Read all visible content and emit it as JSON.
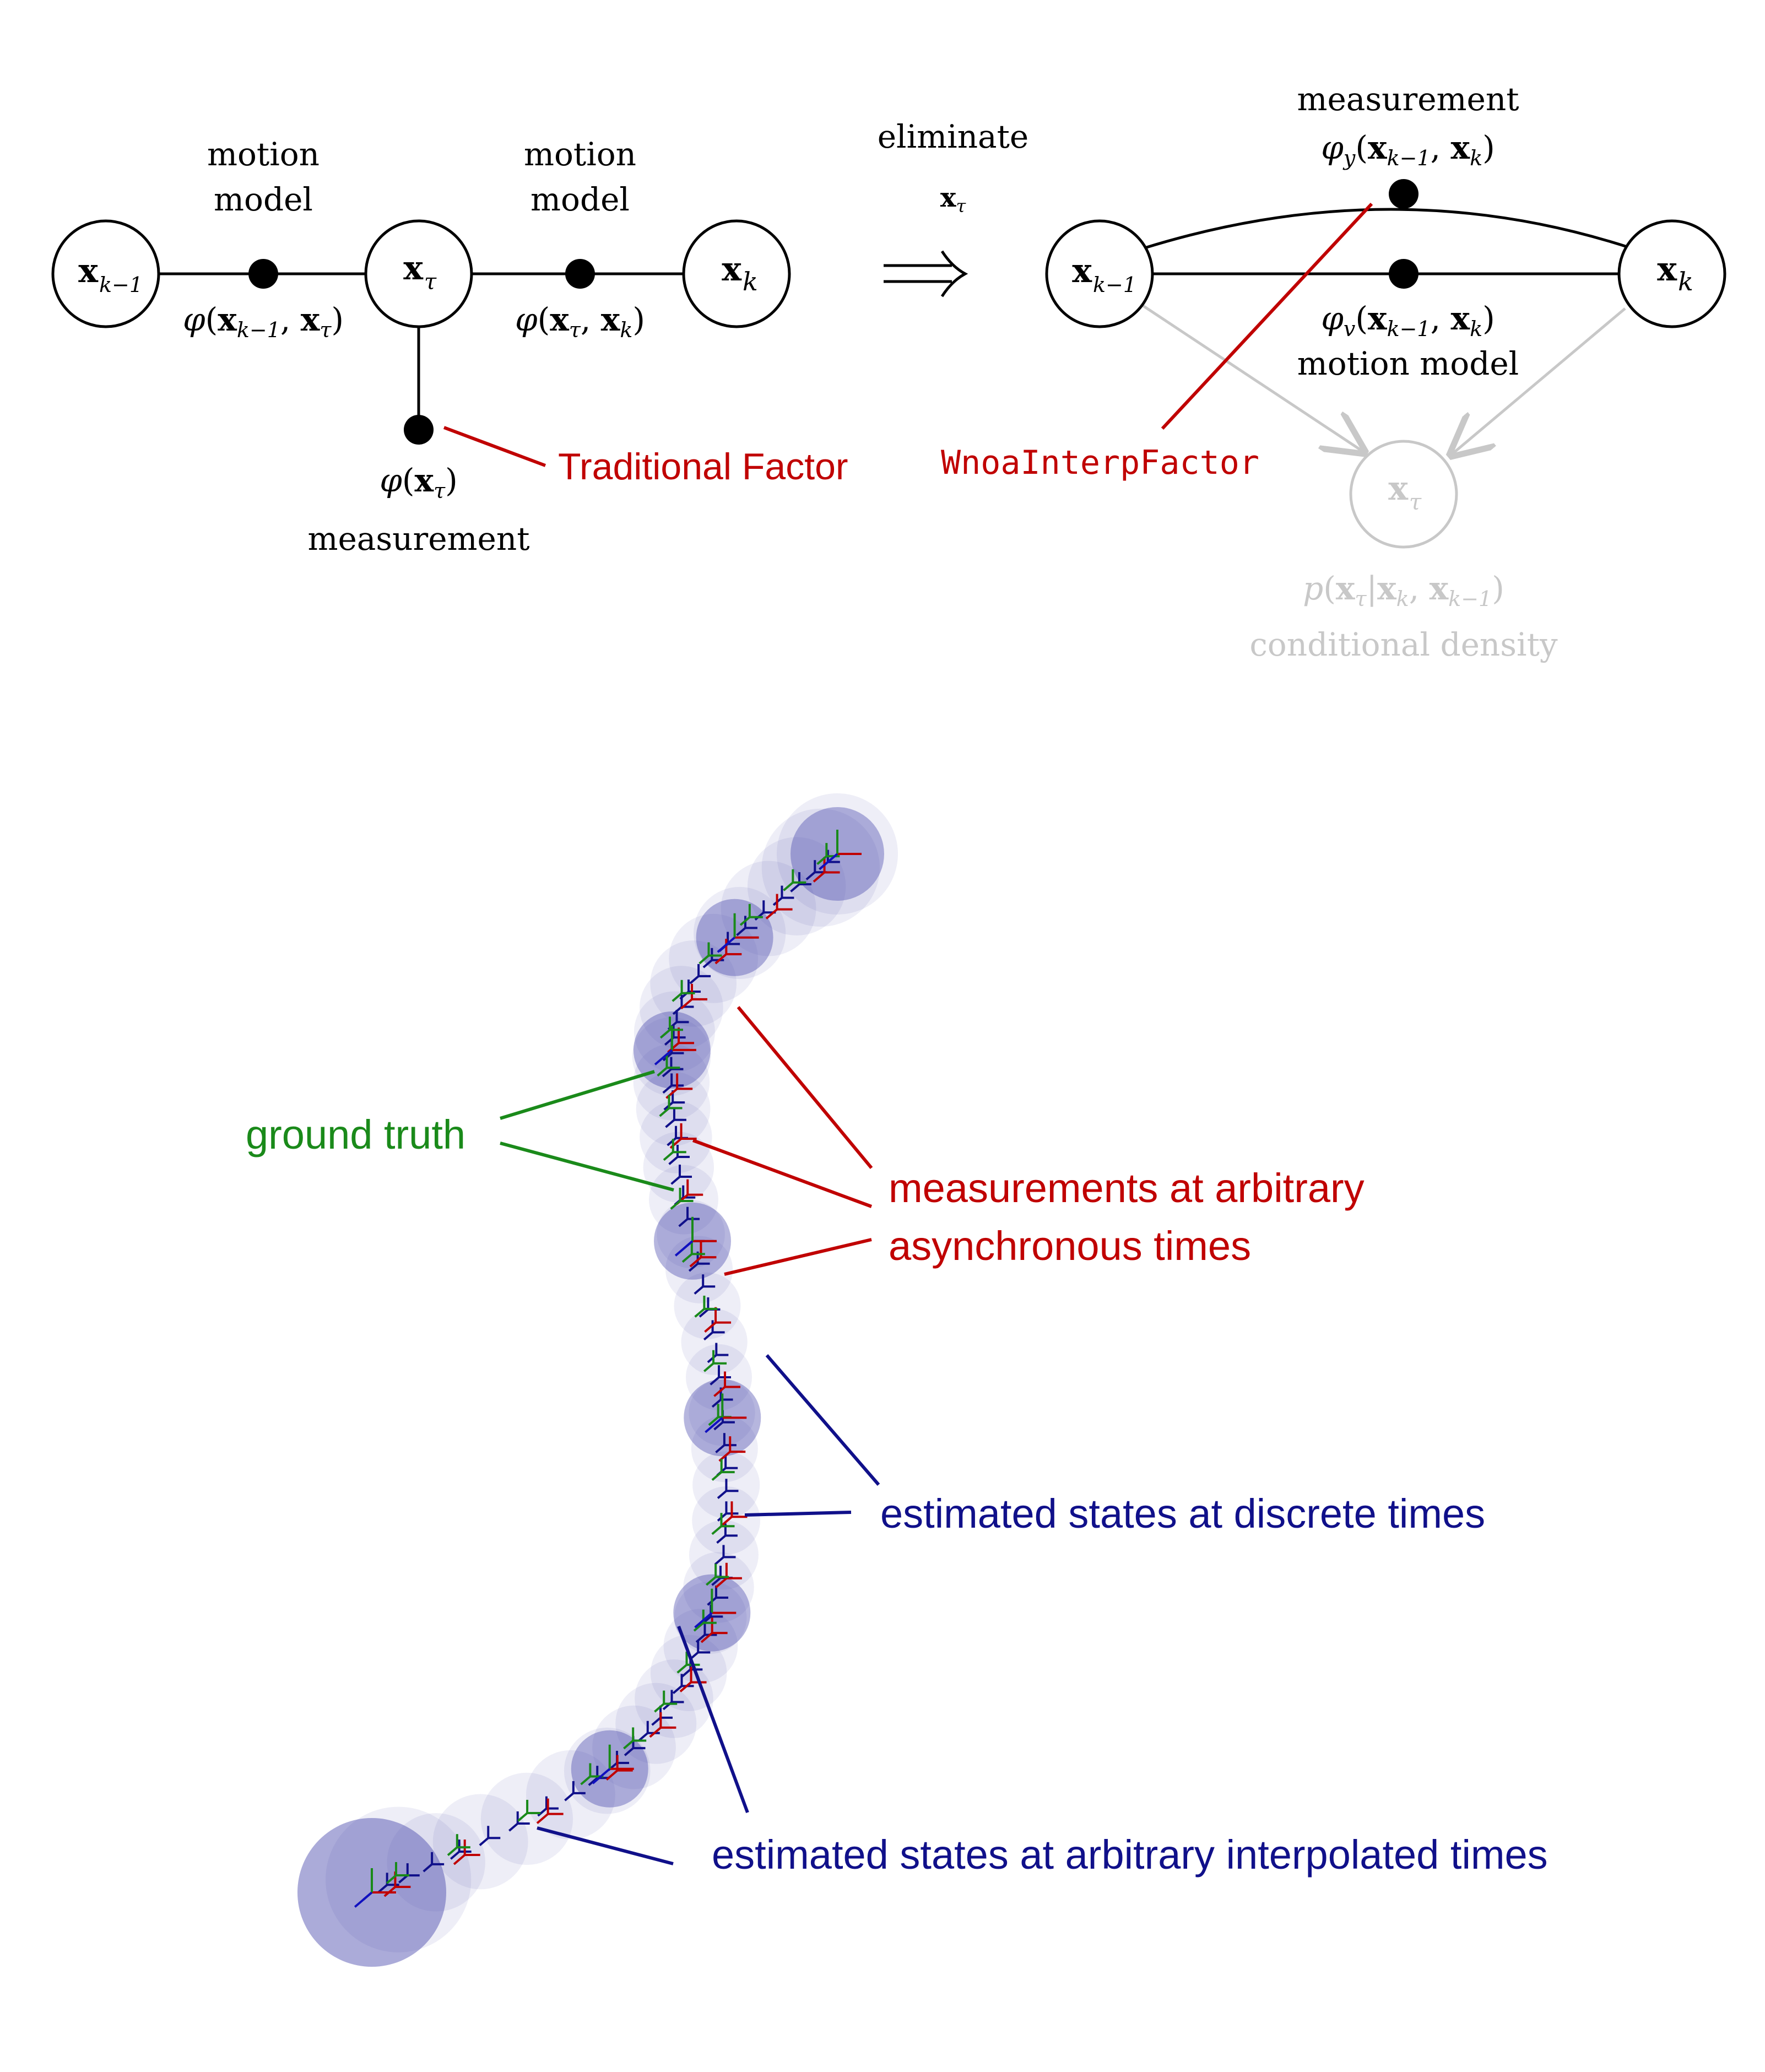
{
  "factor_graph": {
    "left": {
      "nodes": {
        "x_km1_main": "x",
        "x_km1_sub": "k−1",
        "x_tau_main": "x",
        "x_tau_sub": "τ",
        "x_k_main": "x",
        "x_k_sub": "k"
      },
      "motion_label_1_line1": "motion",
      "motion_label_1_line2": "model",
      "motion_label_2_line1": "motion",
      "motion_label_2_line2": "model",
      "factor_1_formula": "φ(x_{k−1}, x_τ)",
      "factor_1_parts": {
        "phi": "φ",
        "open": "(",
        "a": "x",
        "a_sub": "k−1",
        "comma": ", ",
        "b": "x",
        "b_sub": "τ",
        "close": ")"
      },
      "factor_2_parts": {
        "phi": "φ",
        "open": "(",
        "a": "x",
        "a_sub": "τ",
        "comma": ", ",
        "b": "x",
        "b_sub": "k",
        "close": ")"
      },
      "measurement_parts": {
        "phi": "φ",
        "open": "(",
        "a": "x",
        "a_sub": "τ",
        "close": ")"
      },
      "measurement_label": "measurement",
      "callout": "Traditional Factor"
    },
    "arrow": {
      "label": "eliminate",
      "sub_main": "x",
      "sub_sub": "τ",
      "symbol": "⟹"
    },
    "right": {
      "top_label": "measurement",
      "top_factor_parts": {
        "phi": "φ",
        "phi_sub": "y",
        "open": "(",
        "a": "x",
        "a_sub": "k−1",
        "comma": ", ",
        "b": "x",
        "b_sub": "k",
        "close": ")"
      },
      "mid_factor_parts": {
        "phi": "φ",
        "phi_sub": "v",
        "open": "(",
        "a": "x",
        "a_sub": "k−1",
        "comma": ", ",
        "b": "x",
        "b_sub": "k",
        "close": ")"
      },
      "motion_label": "motion model",
      "callout": "WnoaInterpFactor",
      "cond_parts": {
        "p": "p",
        "open": "(",
        "a": "x",
        "a_sub": "τ",
        "bar": "|",
        "b": "x",
        "b_sub": "k",
        "comma": ", ",
        "c": "x",
        "c_sub": "k−1",
        "close": ")"
      },
      "cond_label": "conditional density",
      "nodes": {
        "x_km1_main": "x",
        "x_km1_sub": "k−1",
        "x_k_main": "x",
        "x_k_sub": "k",
        "x_tau_main": "x",
        "x_tau_sub": "τ"
      }
    }
  },
  "trajectory": {
    "labels": {
      "ground_truth": "ground truth",
      "measurements_line1": "measurements at arbitrary",
      "measurements_line2": "asynchronous times",
      "discrete": "estimated states at discrete times",
      "interpolated": "estimated states at arbitrary interpolated times"
    },
    "colors": {
      "ground_truth": "#1a8a1a",
      "measurement": "#c00000",
      "estimate": "#10108a",
      "covariance": "#4040a8",
      "axis_x": "#c00000",
      "axis_y": "#1a8a1a",
      "axis_z": "#1010c0",
      "faded": "#c8c8c8"
    }
  }
}
